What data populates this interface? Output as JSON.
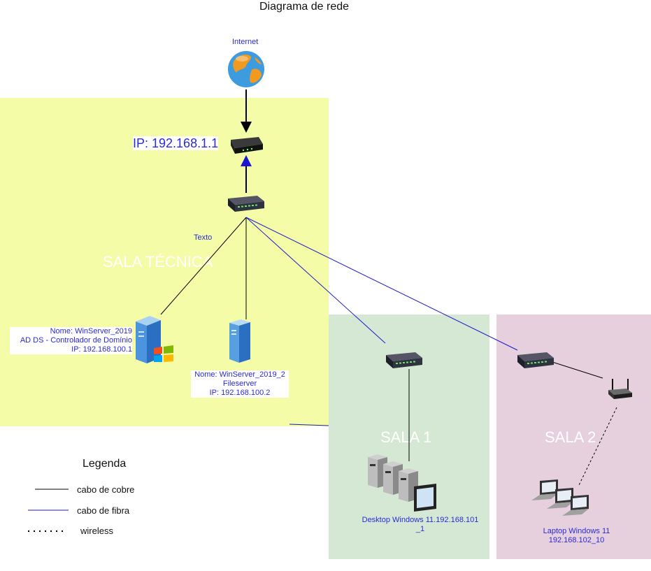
{
  "title": "Diagrama de rede",
  "zones": {
    "tech": "SALA TÉCNICA",
    "sala1": "SALA 1",
    "sala2": "SALA 2"
  },
  "labels": {
    "internet": "Internet",
    "router_ip": "IP: 192.168.1.1",
    "texto": "Texto",
    "server1": [
      "Nome: WinServer_2019",
      "AD DS - Controlador de Domínio",
      "IP: 192.168.100.1"
    ],
    "server2": [
      "Nome: WinServer_2019_2",
      "Fileserver",
      "IP: 192.168.100.2"
    ],
    "desktop": [
      "Desktop Windows 11.192.168.101",
      "_1"
    ],
    "laptop": [
      "Laptop Windows 11",
      "192.168.102_10"
    ]
  },
  "legend": {
    "title": "Legenda",
    "items": [
      {
        "label": "cabo de cobre",
        "style": "solid",
        "color": "#000000"
      },
      {
        "label": "cabo de fibra",
        "style": "solid",
        "color": "#1a1acc"
      },
      {
        "label": "wireless",
        "style": "dotted",
        "color": "#000000"
      }
    ]
  },
  "colors": {
    "tech_zone": "#f5fca8",
    "sala1_zone": "#d5e8d4",
    "sala2_zone": "#e6d0de",
    "fiber": "#1a1acc",
    "copper": "#000000",
    "label_blue": "#2a2ad6"
  },
  "icons": [
    "globe-icon",
    "router-icon",
    "switch-icon",
    "server-windows-icon",
    "server-icon",
    "desktops-icon",
    "wifi-ap-icon",
    "laptops-icon"
  ]
}
